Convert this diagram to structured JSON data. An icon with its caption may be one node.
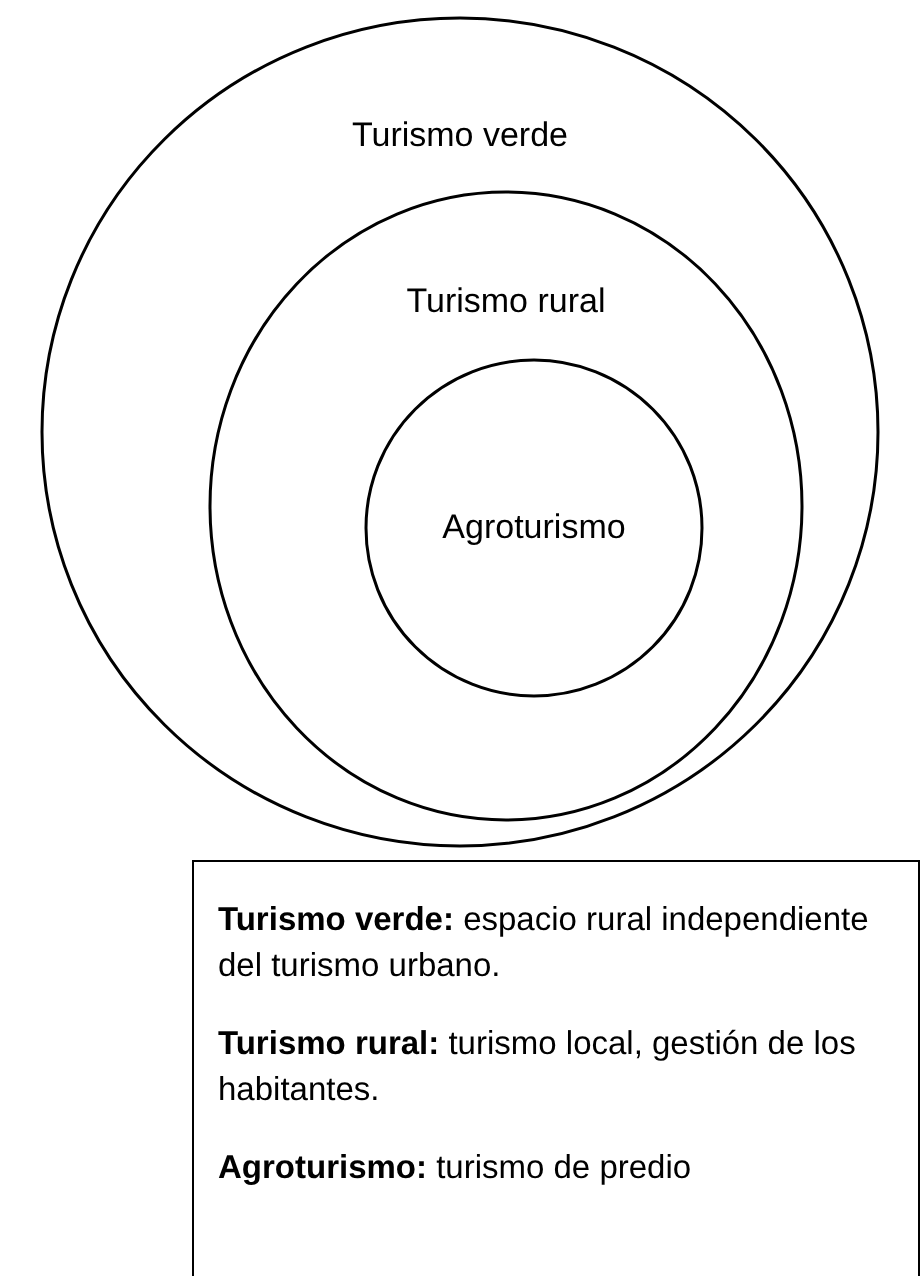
{
  "diagram": {
    "nodes": [
      {
        "text": [
          "Turismo verde"
        ]
      },
      {
        "text": [
          "Turismo rural"
        ],
        "in": 0
      },
      {
        "text": [
          "Agroturismo"
        ],
        "in": 1
      },
      {
        "text": [
          "**Turismo verde:** espacio rural independiente del turismo urbano.",
          "**Turismo rural:** turismo local, gestión de los habitantes.",
          "**Agroturismo:** turismo de predio"
        ]
      }
    ],
    "edges": []
  }
}
